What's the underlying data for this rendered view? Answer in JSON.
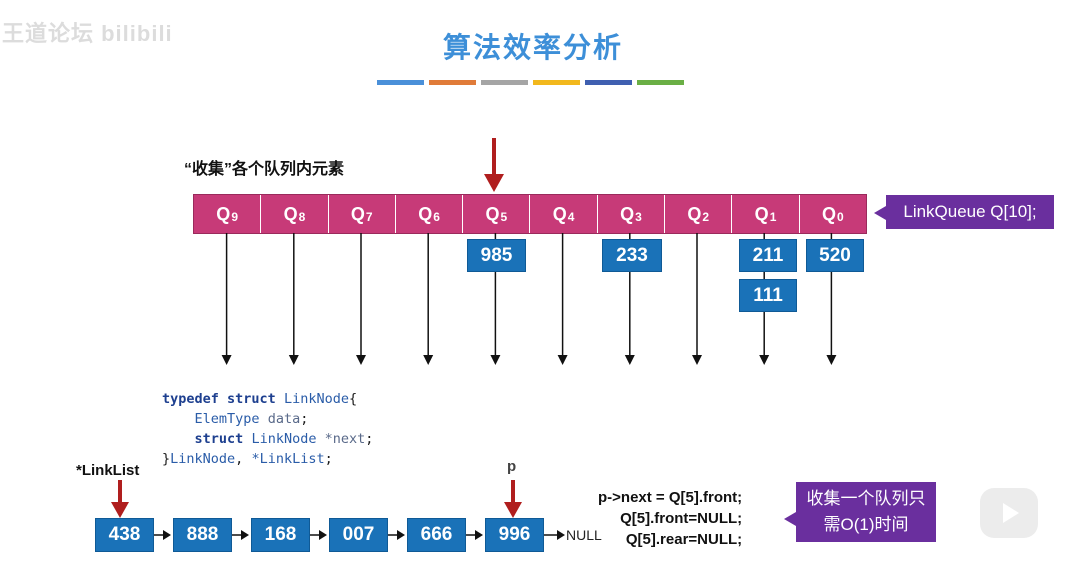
{
  "watermark": "王道论坛 bilibili",
  "title": "算法效率分析",
  "title_bar_colors": [
    "#4a90d9",
    "#e07b39",
    "#a5a5a5",
    "#f2b81d",
    "#3f5fb0",
    "#6aaf45"
  ],
  "caption": "“收集”各个队列内元素",
  "queues": [
    {
      "name": "Q",
      "index": "9"
    },
    {
      "name": "Q",
      "index": "8"
    },
    {
      "name": "Q",
      "index": "7"
    },
    {
      "name": "Q",
      "index": "6"
    },
    {
      "name": "Q",
      "index": "5"
    },
    {
      "name": "Q",
      "index": "4"
    },
    {
      "name": "Q",
      "index": "3"
    },
    {
      "name": "Q",
      "index": "2"
    },
    {
      "name": "Q",
      "index": "1"
    },
    {
      "name": "Q",
      "index": "0"
    }
  ],
  "queue_elements": {
    "q5": [
      "985"
    ],
    "q3": [
      "233"
    ],
    "q1": [
      "211",
      "111"
    ],
    "q0": [
      "520"
    ]
  },
  "linkqueue_label": "LinkQueue Q[10];",
  "code": {
    "line1": {
      "kw": "typedef struct",
      "ty": "LinkNode",
      "rest": "{"
    },
    "line2": {
      "ty": "ElemType",
      "id": "data",
      "rest": ";"
    },
    "line3": {
      "kw": "struct",
      "ty": "LinkNode",
      "id": "*next",
      "rest": ";"
    },
    "line4": {
      "pre": "}",
      "ty1": "LinkNode",
      "mid": ", ",
      "ty2": "*LinkList",
      "rest": ";"
    }
  },
  "linklist_label": "*LinkList",
  "p_label": "p",
  "list_nodes": [
    "438",
    "888",
    "168",
    "007",
    "666",
    "996"
  ],
  "null_label": "NULL",
  "statements": [
    "p->next = Q[5].front;",
    "Q[5].front=NULL;",
    "Q[5].rear=NULL;"
  ],
  "note": {
    "line1": "收集一个队列只",
    "line2": "需O(1)时间"
  },
  "colors": {
    "queue": "#c73a78",
    "element": "#1a72b8",
    "callout": "#6a2f9e",
    "pointer": "#b01e1e",
    "title": "#3d8fd8"
  }
}
